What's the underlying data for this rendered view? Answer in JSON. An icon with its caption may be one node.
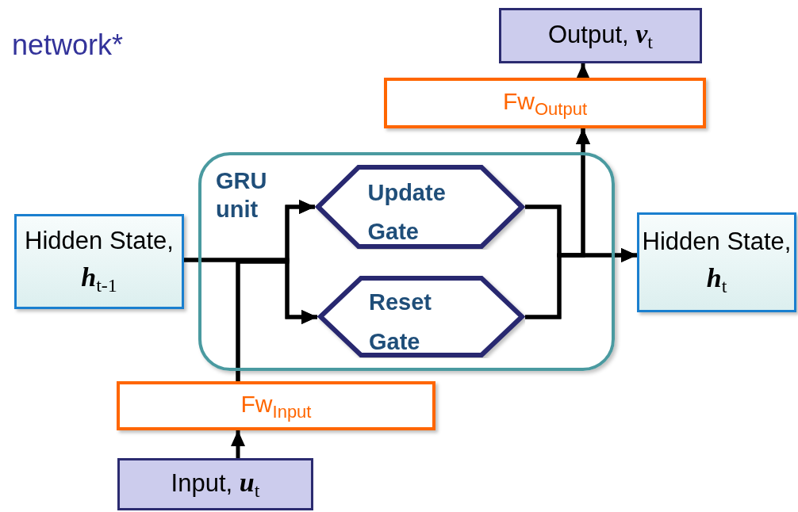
{
  "diagram": {
    "nodes": [
      {
        "text": [
          "Hidden State, **h**$_{t-1}$"
        ]
      },
      {
        "text": [
          "GRU unit"
        ]
      },
      {
        "text": [
          "Update Gate"
        ],
        "in": 1
      },
      {
        "text": [
          "Reset Gate"
        ],
        "in": 1
      },
      {
        "text": [
          "Hidden State, **h**$_{t}$"
        ]
      },
      {
        "text": [
          "Fw$_{Output}$"
        ]
      },
      {
        "text": [
          "Output, **v**$_{t}$"
        ]
      },
      {
        "text": [
          "Fw$_{Input}$"
        ]
      },
      {
        "text": [
          "Input, **u**$_{t}$"
        ]
      }
    ],
    "edges": [
      {
        "from": 0,
        "to": 2,
        "arrow": "to"
      },
      {
        "from": 0,
        "to": 3,
        "arrow": "to"
      },
      {
        "from": 7,
        "to": 2,
        "arrow": "to"
      },
      {
        "from": 7,
        "to": 3,
        "arrow": "to"
      },
      {
        "from": 2,
        "to": 4,
        "arrow": "to"
      },
      {
        "from": 3,
        "to": 4,
        "arrow": "to"
      },
      {
        "from": 2,
        "to": 5,
        "arrow": "to"
      },
      {
        "from": 3,
        "to": 5,
        "arrow": "to"
      },
      {
        "from": 5,
        "to": 6,
        "arrow": "to"
      },
      {
        "from": 8,
        "to": 7,
        "arrow": "to"
      }
    ],
    "labels": [
      "network*"
    ]
  }
}
